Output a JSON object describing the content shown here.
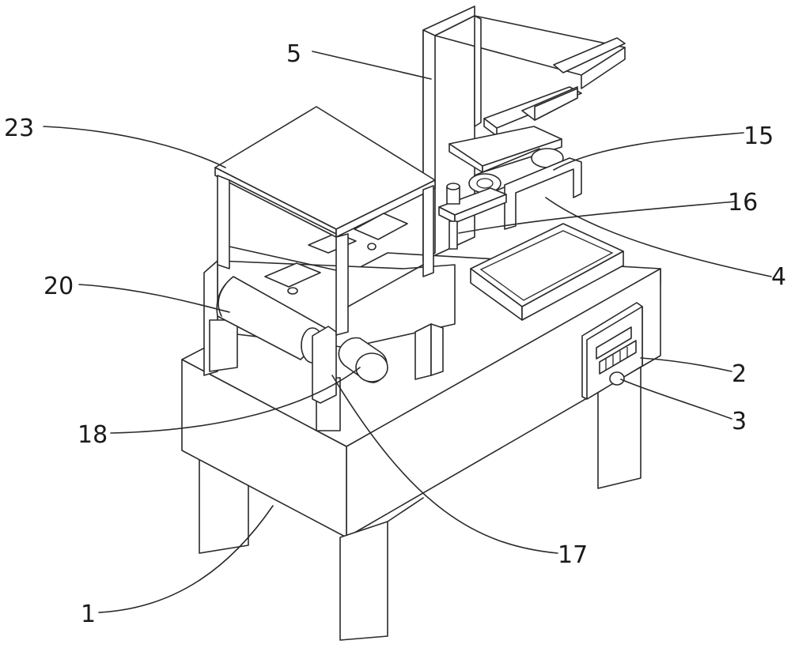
{
  "labels": {
    "l1": "1",
    "l2": "2",
    "l3": "3",
    "l4": "4",
    "l5": "5",
    "l15": "15",
    "l16": "16",
    "l17": "17",
    "l18": "18",
    "l20": "20",
    "l23": "23"
  }
}
